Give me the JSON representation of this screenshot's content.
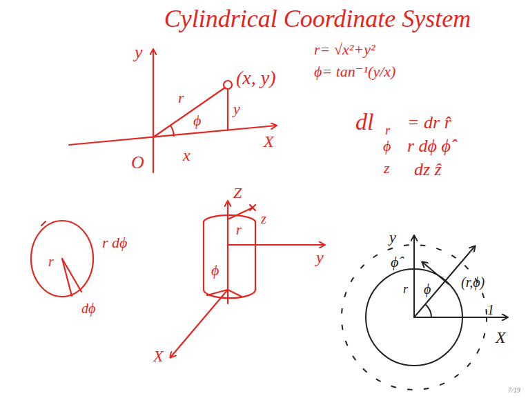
{
  "diagram": {
    "title": "Cylindrical Coordinate System",
    "labels": [
      "y",
      "X",
      "O",
      "r",
      "ϕ",
      "(x, y)",
      "y",
      "x",
      "r= √x²+y²",
      "ϕ= tan⁻¹(y/x)",
      "dl",
      "r",
      "= dr r̂",
      "ϕ",
      "r dϕ ϕ̂",
      "z",
      "dz ẑ",
      "r",
      "r dϕ",
      "dϕ",
      "Z",
      "z",
      "r",
      "ϕ",
      "y",
      "X",
      "y",
      "ϕ̂",
      "(r,ϕ)",
      "r",
      "ϕ",
      "1",
      "X",
      "7/19"
    ]
  }
}
